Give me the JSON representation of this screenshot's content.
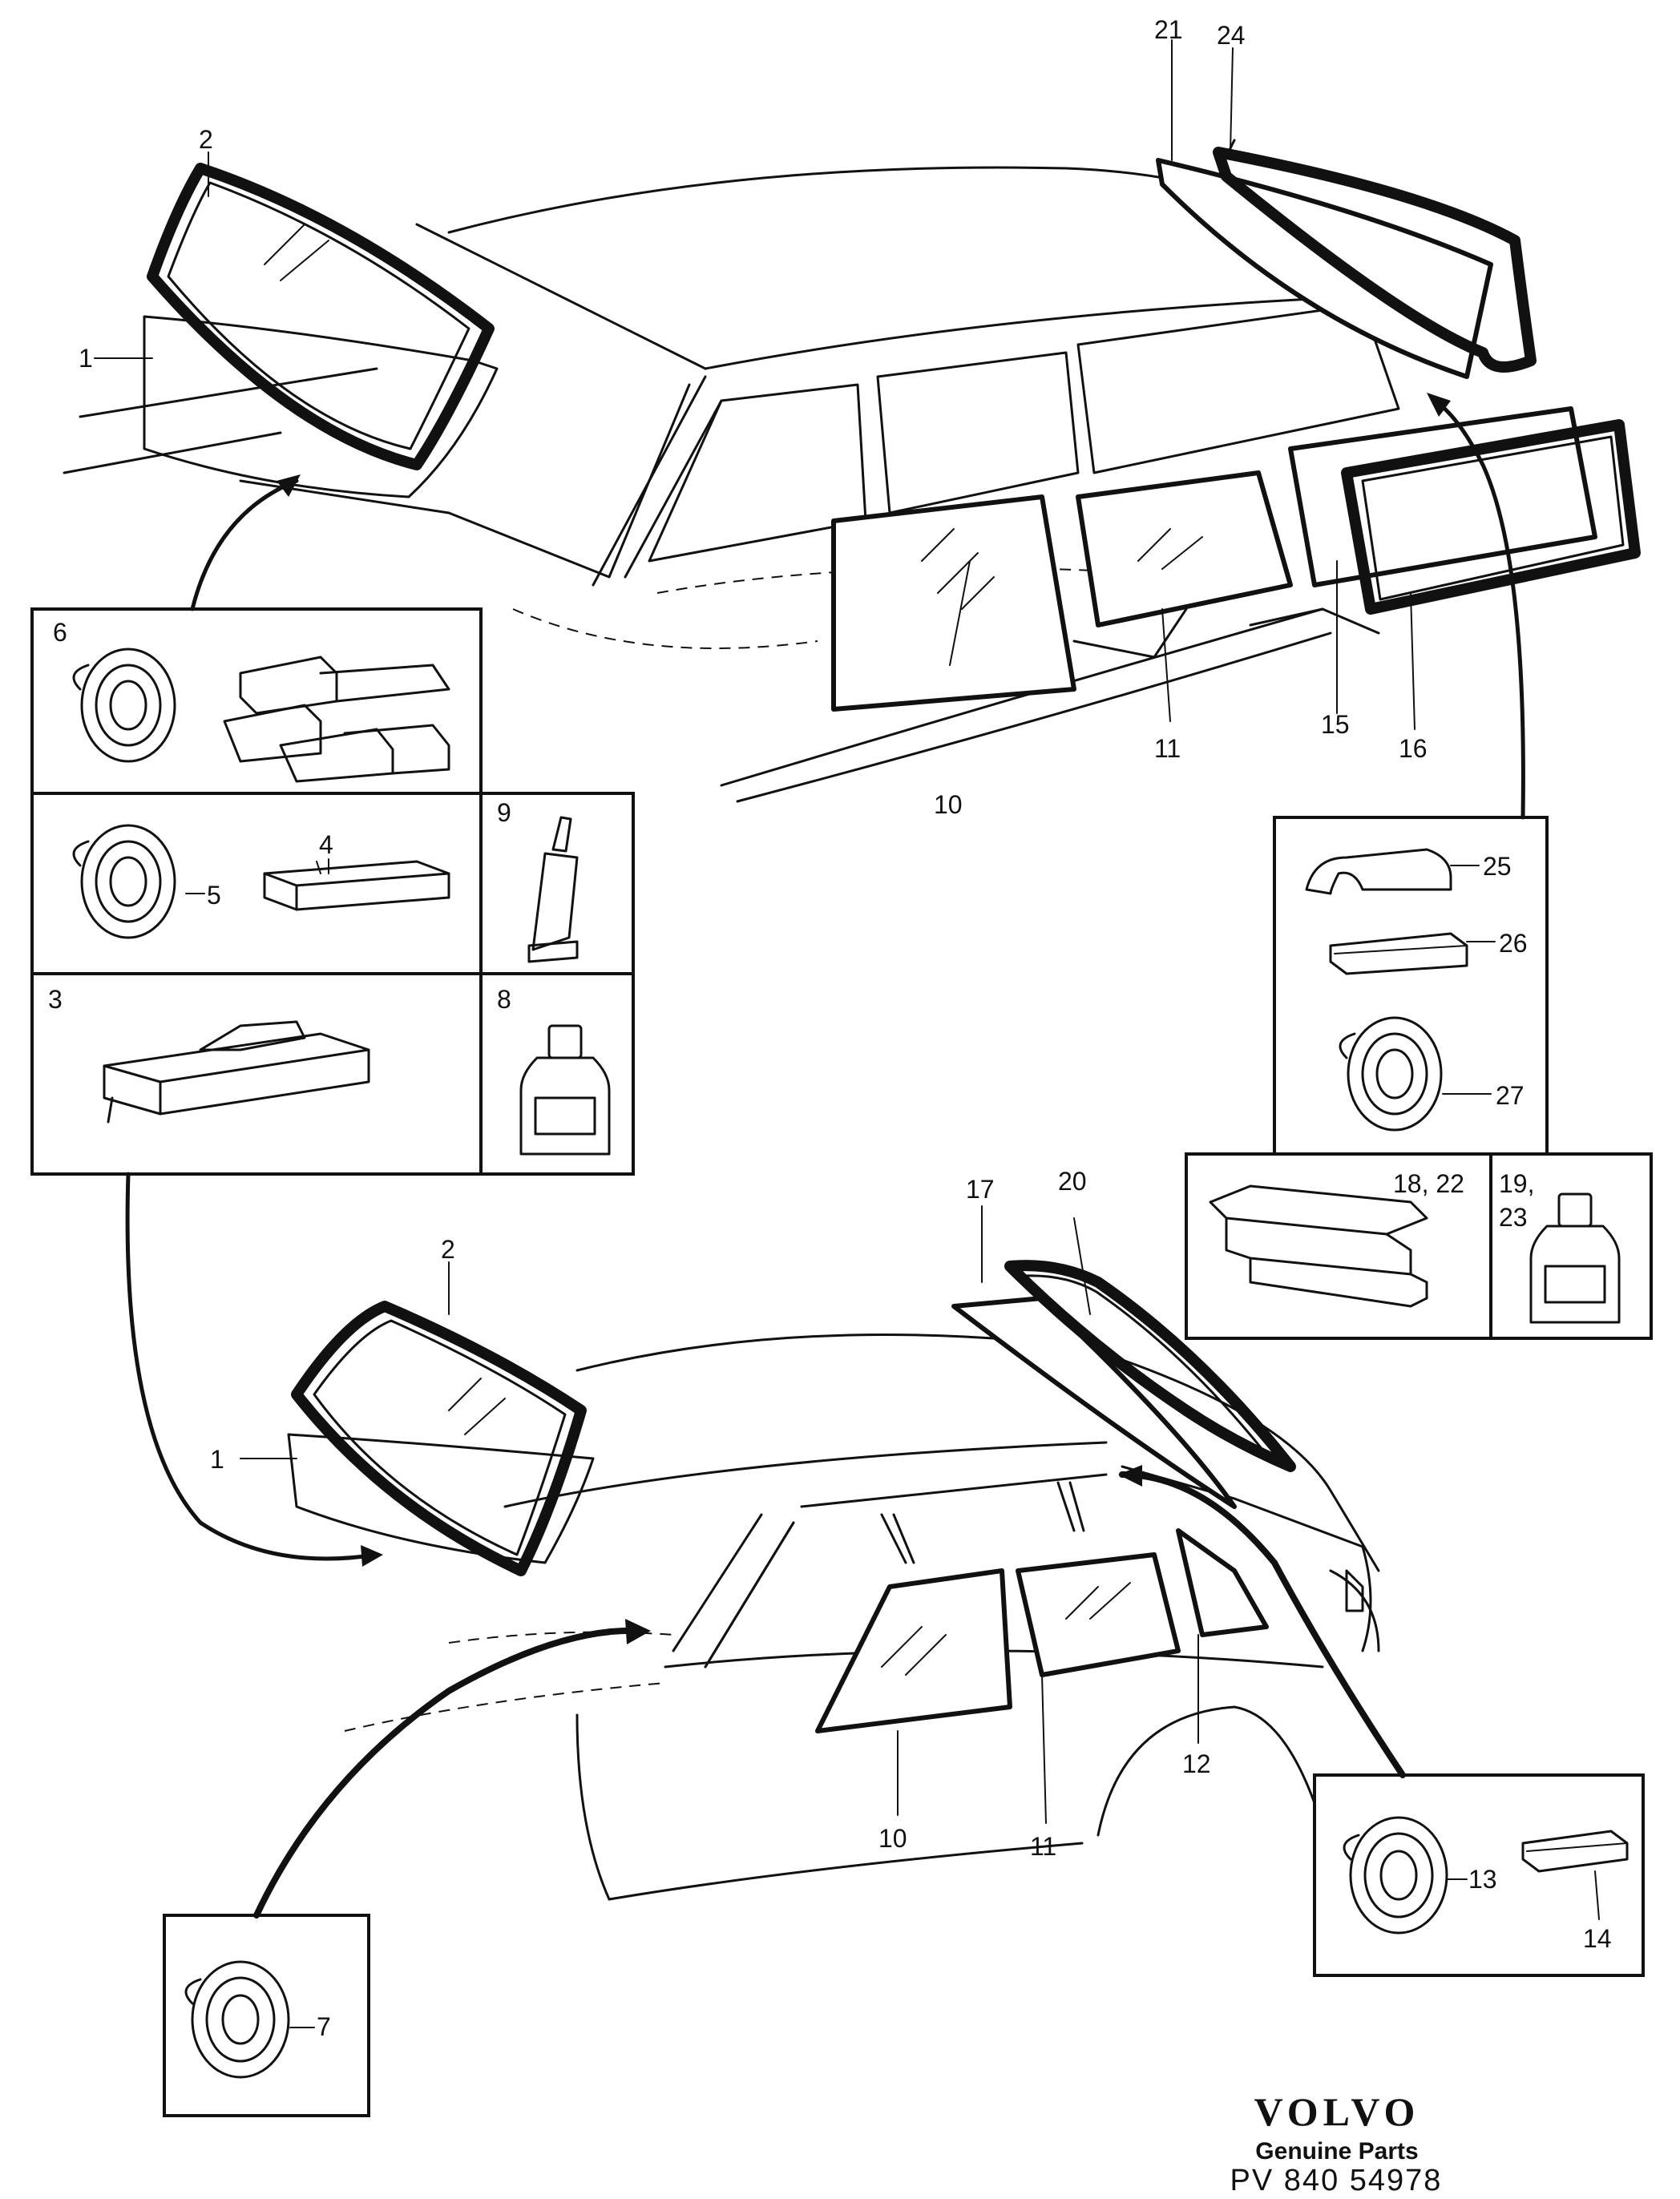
{
  "callouts": {
    "top_1": "1",
    "top_2": "2",
    "top_10": "10",
    "top_11": "11",
    "top_15": "15",
    "top_16": "16",
    "top_21": "21",
    "top_24": "24",
    "box_6": "6",
    "box_4": "4",
    "box_5": "5",
    "box_9": "9",
    "box_3": "3",
    "box_8": "8",
    "box_25": "25",
    "box_26": "26",
    "box_27": "27",
    "box_18_22": "18, 22",
    "box_19": "19,",
    "box_23": "23",
    "bot_1": "1",
    "bot_2": "2",
    "bot_10": "10",
    "bot_11": "11",
    "bot_12": "12",
    "bot_17": "17",
    "bot_20": "20",
    "box_13": "13",
    "box_14": "14",
    "box_7": "7"
  },
  "brand": {
    "logo": "VOLVO",
    "subtitle": "Genuine Parts",
    "code": "PV 840 54978"
  },
  "icons": [
    "tape-roll-icon",
    "spacer-block-icon",
    "glue-tube-icon",
    "primer-bottle-icon",
    "mounting-clip-icon",
    "rubber-profile-icon",
    "seal-strip-icon"
  ]
}
